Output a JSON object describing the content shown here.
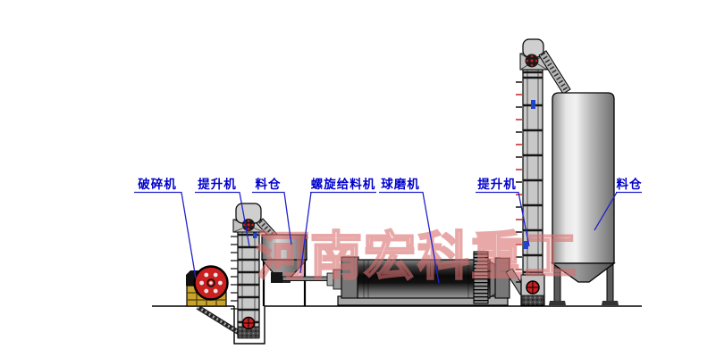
{
  "diagram": {
    "type": "ball-mill-production-line-process-diagram",
    "watermark": {
      "text": "河南宏科重工",
      "color": "#D97070"
    },
    "label_color": "#0000CC",
    "leader_color": "#2222CC",
    "equipment_colors": {
      "crusher_body": "#C9A42D",
      "flywheel": "#C92020",
      "elevator_body": "#C8C8C8",
      "mill_dark": "#0A0A0A",
      "silo_light": "#F2F2F2"
    },
    "labels": [
      {
        "id": "crusher",
        "text": "破碎机"
      },
      {
        "id": "bucket-elevator-left",
        "text": "提升机"
      },
      {
        "id": "feed-hopper",
        "text": "料仓"
      },
      {
        "id": "screw-feeder",
        "text": "螺旋给料机"
      },
      {
        "id": "ball-mill",
        "text": "球磨机"
      },
      {
        "id": "bucket-elevator-right",
        "text": "提升机"
      },
      {
        "id": "storage-silo",
        "text": "料仓"
      }
    ]
  }
}
